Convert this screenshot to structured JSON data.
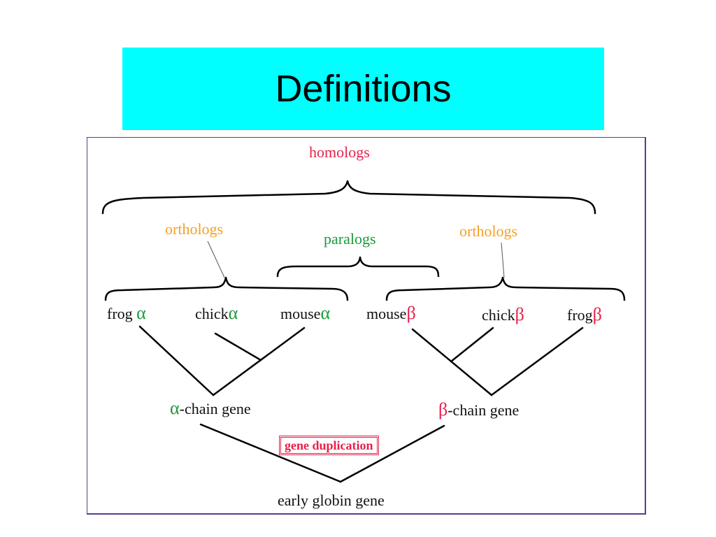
{
  "slide": {
    "title": "Definitions"
  },
  "figure": {
    "homologs": "homologs",
    "orthologs_left": "orthologs",
    "paralogs": "paralogs",
    "orthologs_right": "orthologs",
    "leaves": [
      {
        "name": "frog",
        "symbol": "α"
      },
      {
        "name": "chick",
        "symbol": "α"
      },
      {
        "name": "mouse",
        "symbol": "α"
      },
      {
        "name": "mouse",
        "symbol": "β"
      },
      {
        "name": "chick",
        "symbol": "β"
      },
      {
        "name": "frog",
        "symbol": "β"
      }
    ],
    "alpha_gene": {
      "symbol": "α",
      "text": "-chain gene"
    },
    "beta_gene": {
      "symbol": "β",
      "text": "-chain gene"
    },
    "gene_duplication": "gene duplication",
    "root": "early globin gene"
  },
  "colors": {
    "title_bg": "#00ffff",
    "homologs": "#e8204a",
    "orthologs": "#f5a020",
    "paralogs": "#1a9a3a",
    "alpha": "#1a9a3a",
    "beta": "#e8204a"
  }
}
